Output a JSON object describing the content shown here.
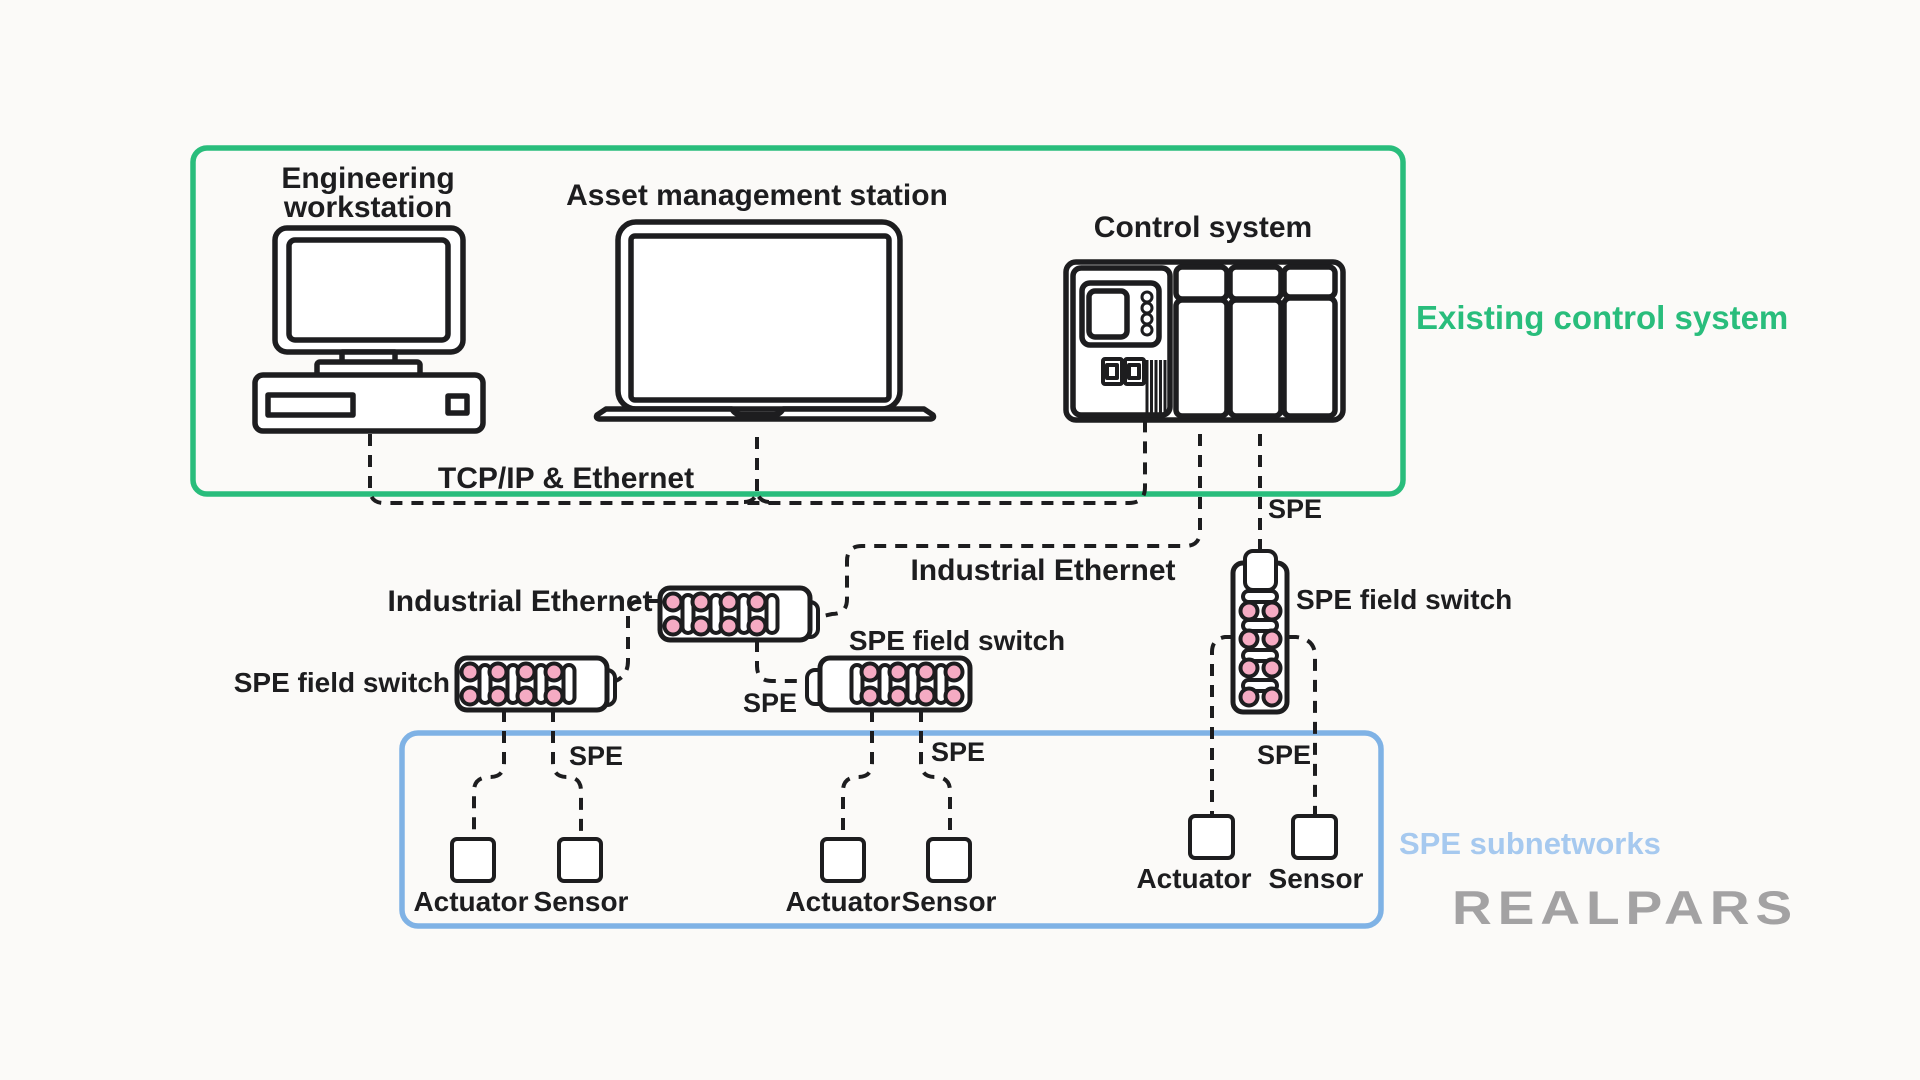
{
  "palette": {
    "background": "#fbfaf8",
    "ink": "#1d1d1f",
    "green_accent": "#29bd7c",
    "blue_border": "#7fb2e5",
    "blue_text": "#a6c9ef",
    "pink_port": "#f5abc3",
    "logo_gray": "#a3a2a3"
  },
  "regions": {
    "existing_control_system": {
      "label": "Existing control system"
    },
    "spe_subnetworks": {
      "label": "SPE subnetworks"
    }
  },
  "stations": {
    "engineering_workstation": {
      "label_line1": "Engineering",
      "label_line2": "workstation"
    },
    "asset_management_station": {
      "label": "Asset management station"
    },
    "control_system": {
      "label": "Control system"
    }
  },
  "links": {
    "tcpip_ethernet": {
      "label": "TCP/IP & Ethernet"
    },
    "industrial_ethernet_upper": {
      "label": "Industrial Ethernet"
    },
    "industrial_ethernet_lower": {
      "label": "Industrial Ethernet"
    },
    "spe_control_drop": {
      "label": "SPE"
    },
    "spe_inter_switch": {
      "label": "SPE"
    },
    "spe_group_left": {
      "label": "SPE"
    },
    "spe_group_middle": {
      "label": "SPE"
    },
    "spe_group_right": {
      "label": "SPE"
    }
  },
  "switches": {
    "left": {
      "label": "SPE field switch"
    },
    "middle": {
      "label": "SPE field switch"
    },
    "right": {
      "label": "SPE field switch"
    }
  },
  "devices": {
    "group_left": {
      "actuator": "Actuator",
      "sensor": "Sensor"
    },
    "group_middle": {
      "actuator": "Actuator",
      "sensor": "Sensor"
    },
    "group_right": {
      "actuator": "Actuator",
      "sensor": "Sensor"
    }
  },
  "branding": {
    "logo": "REALPARS"
  }
}
